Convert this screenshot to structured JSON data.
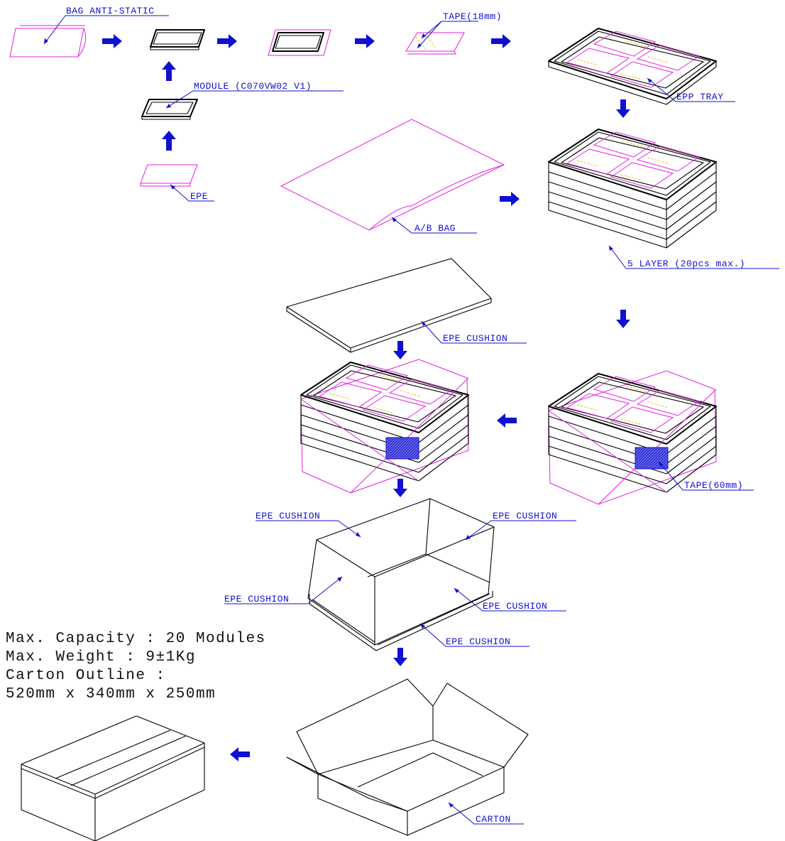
{
  "labels": {
    "bag_anti_static": "BAG ANTI-STATIC",
    "tape_18": "TAPE(18mm)",
    "module": "MODULE (C070VW02 V1)",
    "epe": "EPE",
    "epp_tray": "EPP TRAY",
    "ab_bag": "A/B BAG",
    "five_layer": "5 LAYER (20pcs max.)",
    "epe_cushion_top": "EPE CUSHION",
    "tape_60": "TAPE(60mm)",
    "epe_cushion_back_left": "EPE CUSHION",
    "epe_cushion_back_right": "EPE CUSHION",
    "epe_cushion_left": "EPE CUSHION",
    "epe_cushion_right": "EPE CUSHION",
    "epe_cushion_bottom": "EPE CUSHION",
    "carton": "CARTON"
  },
  "specs": {
    "line1": "Max. Capacity : 20 Modules",
    "line2": "Max. Weight : 9±1Kg",
    "line3": "Carton Outline :",
    "line4": "520mm x 340mm x 250mm"
  },
  "colors": {
    "arrow": "#1010d0",
    "label": "#1010d0",
    "bag": "#e020e0",
    "tape": "#e8c020",
    "outline": "#000000"
  }
}
